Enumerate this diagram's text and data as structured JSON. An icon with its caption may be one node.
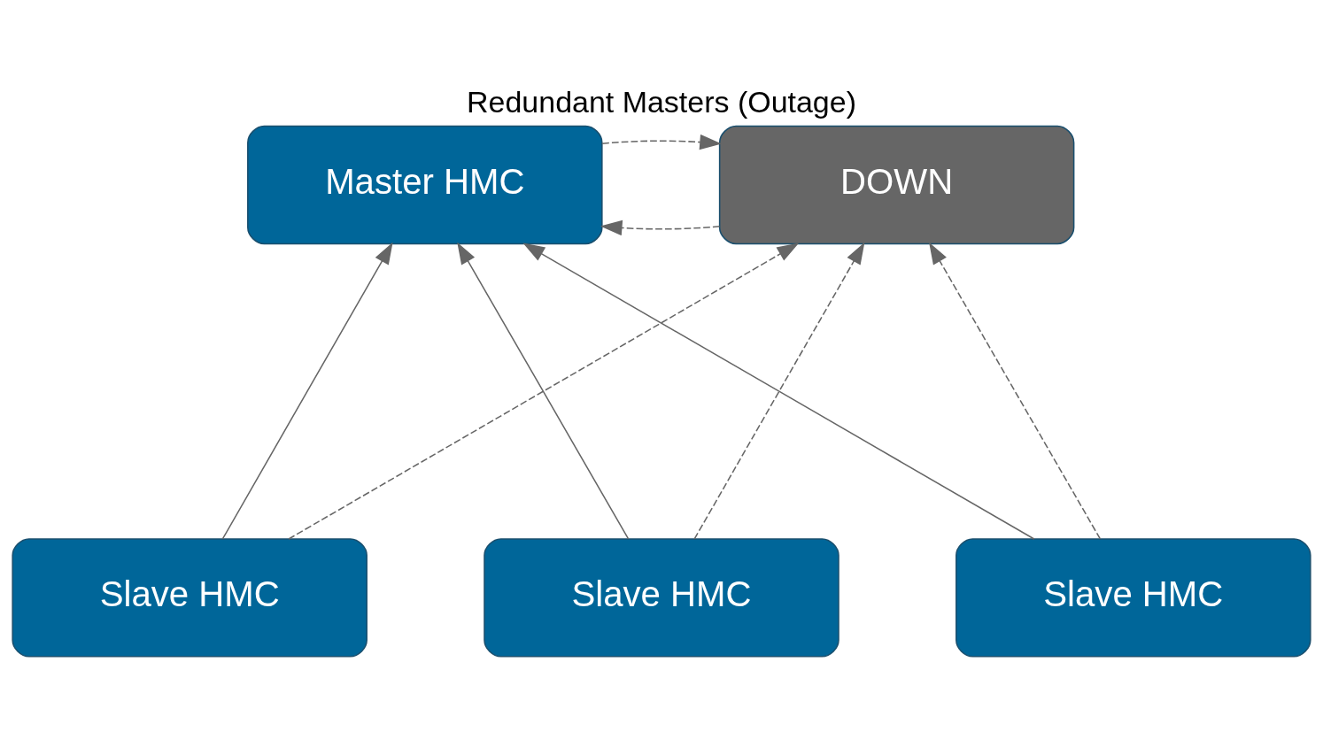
{
  "diagram": {
    "title": "Redundant Masters (Outage)",
    "nodes": [
      {
        "text": [
          "Master HMC"
        ]
      },
      {
        "text": [
          "DOWN"
        ]
      },
      {
        "text": [
          "Slave HMC"
        ]
      },
      {
        "text": [
          "Slave HMC"
        ]
      },
      {
        "text": [
          "Slave HMC"
        ]
      }
    ],
    "edges": [
      {
        "from": 0,
        "to": 1,
        "arrow": "to",
        "style": "dashed"
      },
      {
        "from": 1,
        "to": 0,
        "arrow": "to",
        "style": "dashed"
      },
      {
        "from": 2,
        "to": 0,
        "arrow": "to"
      },
      {
        "from": 2,
        "to": 1,
        "arrow": "to",
        "style": "dashed"
      },
      {
        "from": 3,
        "to": 0,
        "arrow": "to"
      },
      {
        "from": 3,
        "to": 1,
        "arrow": "to",
        "style": "dashed"
      },
      {
        "from": 4,
        "to": 0,
        "arrow": "to"
      },
      {
        "from": 4,
        "to": 1,
        "arrow": "to",
        "style": "dashed"
      }
    ]
  }
}
